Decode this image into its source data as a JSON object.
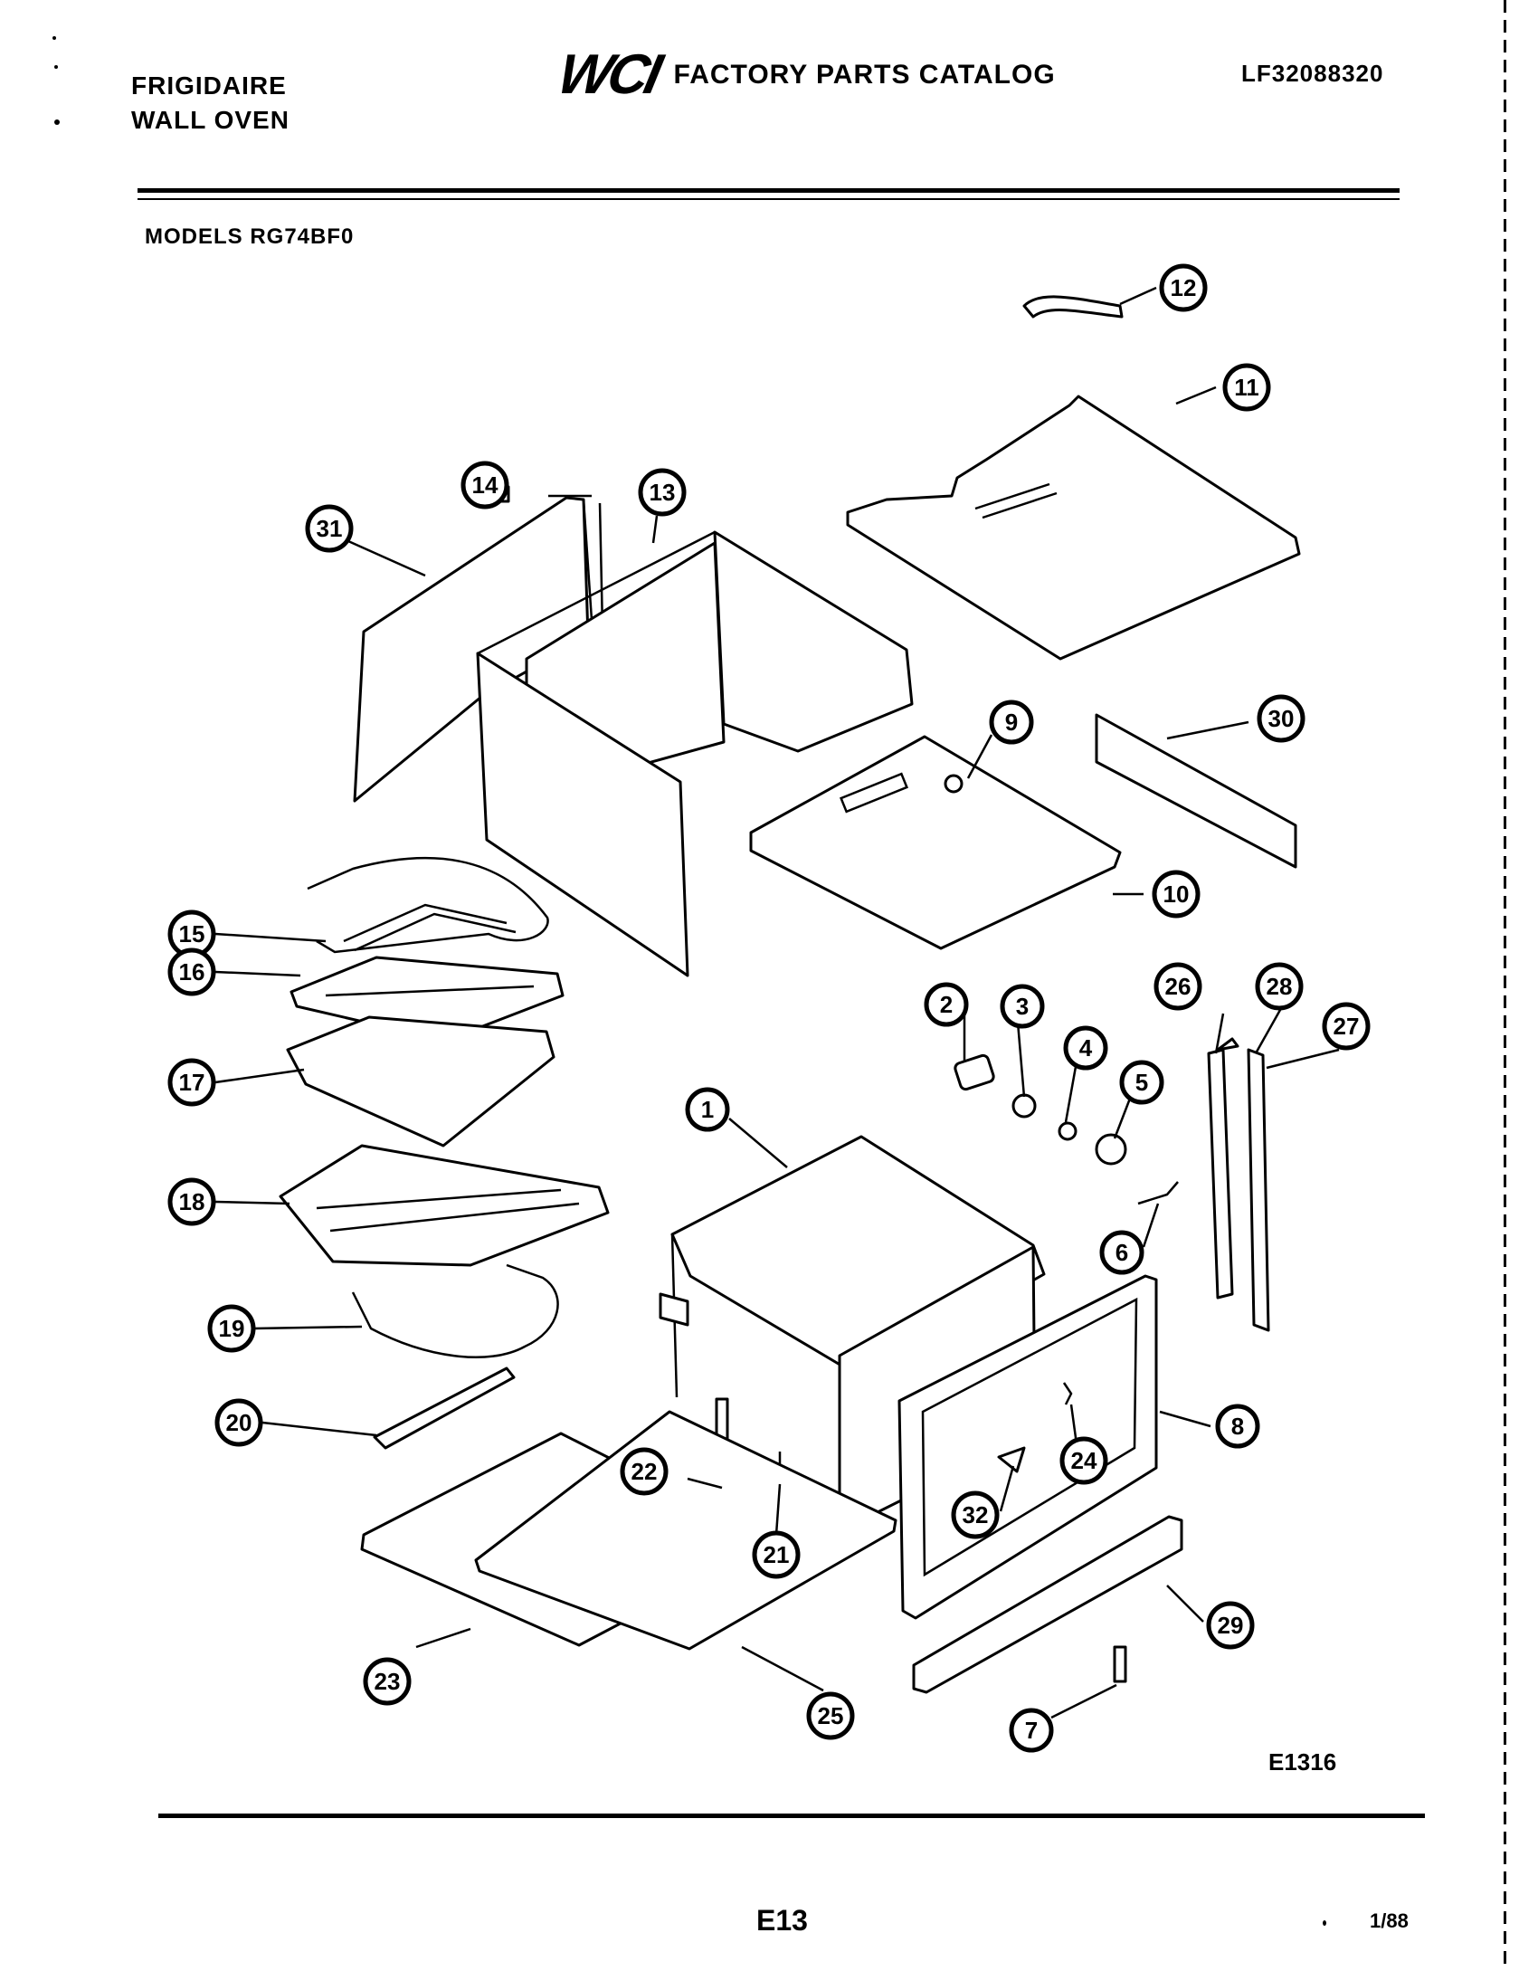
{
  "header": {
    "brand_line1": "FRIGIDAIRE",
    "brand_line2": "WALL OVEN",
    "logo_text": "WCI",
    "catalog_title": "FACTORY PARTS CATALOG",
    "catalog_number": "LF32088320",
    "models": "MODELS RG74BF0"
  },
  "diagram": {
    "drawing_code": "E1316",
    "callouts": [
      "1",
      "2",
      "3",
      "4",
      "5",
      "6",
      "7",
      "8",
      "9",
      "10",
      "11",
      "12",
      "13",
      "14",
      "15",
      "16",
      "17",
      "18",
      "19",
      "20",
      "21",
      "22",
      "23",
      "24",
      "25",
      "26",
      "27",
      "28",
      "29",
      "30",
      "31",
      "32"
    ]
  },
  "footer": {
    "page_number": "E13",
    "date": "1/88"
  }
}
